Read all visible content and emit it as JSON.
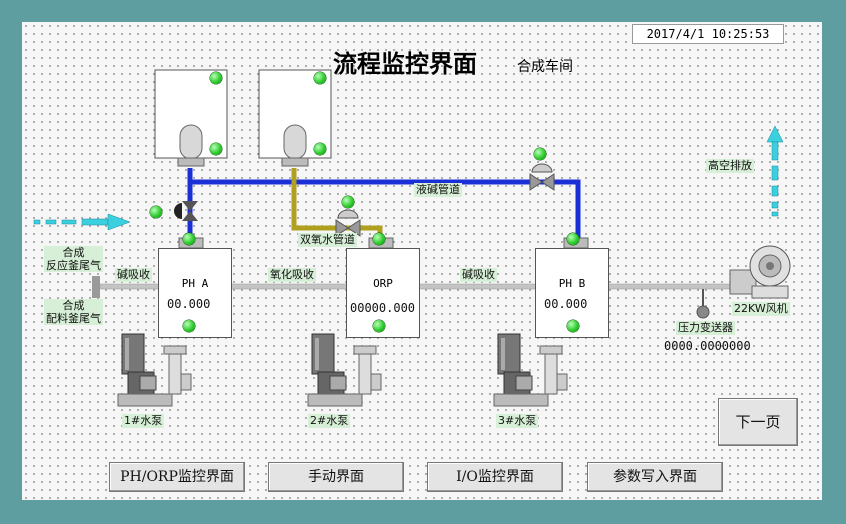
{
  "header": {
    "datetime": "2017/4/1 10:25:53",
    "title": "流程监控界面",
    "subtitle": "合成车间"
  },
  "labels": {
    "liquid_alkali_pipe": "液碱管道",
    "peroxide_pipe": "双氧水管道",
    "high_exhaust": "高空排放",
    "source_top": "合成",
    "source_top_2": "反应釜尾气",
    "source_bottom": "合成",
    "source_bottom_2": "配料釜尾气",
    "alkali_absorb_1": "碱吸收",
    "oxidation_absorb": "氧化吸收",
    "alkali_absorb_2": "碱吸收",
    "fan": "22KW风机",
    "pressure_transmitter": "压力变送器"
  },
  "tanks": [
    {
      "name": "PH A",
      "value": "00.000"
    },
    {
      "name": "ORP",
      "value": "00000.000"
    },
    {
      "name": "PH B",
      "value": "00.000"
    }
  ],
  "pressure_value": "0000.0000000",
  "pumps": [
    {
      "label": "1#水泵"
    },
    {
      "label": "2#水泵"
    },
    {
      "label": "3#水泵"
    }
  ],
  "buttons": {
    "next_page": "下一页",
    "phorp": "PH/ORP监控界面",
    "manual": "手动界面",
    "io": "I/O监控界面",
    "params": "参数写入界面"
  },
  "colors": {
    "alkali_pipe": "#1a2fd6",
    "peroxide_pipe": "#b0a020",
    "gas_pipe": "#c0c0c0",
    "indicator": "#2ecc2e",
    "flow_arrow": "#3ad0e0"
  }
}
